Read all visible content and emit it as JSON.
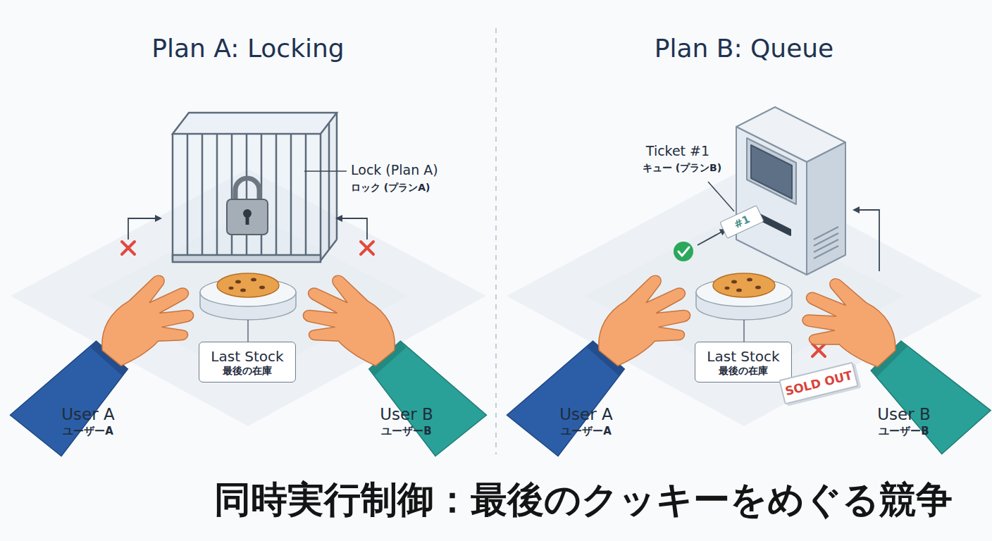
{
  "diagram": {
    "title": "同時実行制御：最後のクッキーをめぐる競争",
    "nodes": [
      {
        "text": [
          "Last Stock",
          "最後の在庫"
        ]
      },
      {
        "text": [
          "#1"
        ]
      },
      {
        "text": [
          "Last Stock",
          "最後の在庫"
        ]
      },
      {
        "text": [
          "SOLD OUT"
        ]
      }
    ],
    "labels": [
      "Plan A: Locking",
      "Lock (Plan A)",
      "ロック (プランA)",
      "User A",
      "ユーザーA",
      "User B",
      "ユーザーB",
      "Plan B: Queue",
      "Ticket #1",
      "キュー (プランB)",
      "User A",
      "ユーザーA",
      "User B",
      "ユーザーB"
    ]
  }
}
